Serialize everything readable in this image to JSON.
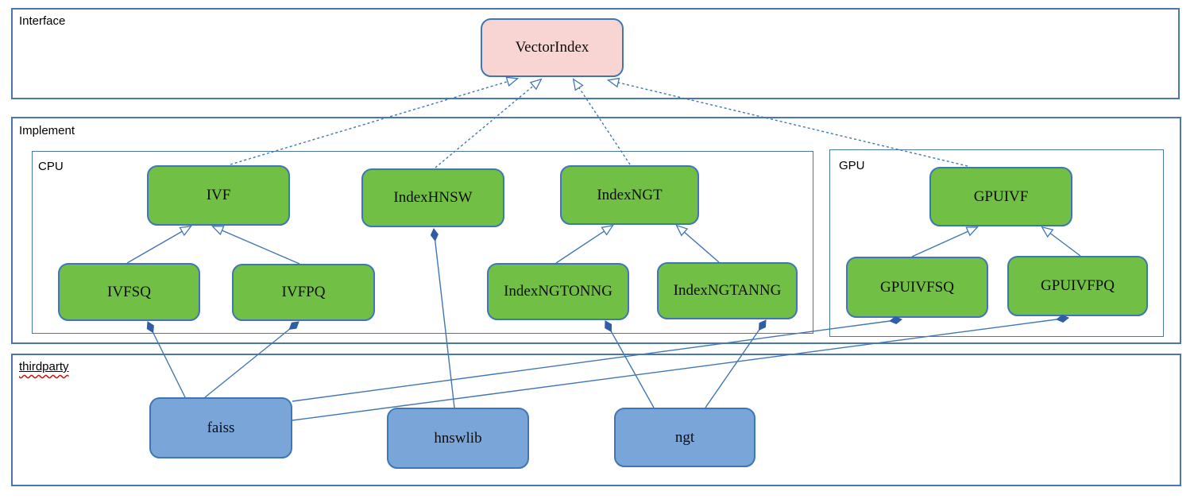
{
  "diagram": {
    "groups": {
      "interface": {
        "label": "Interface"
      },
      "implement": {
        "label": "Implement"
      },
      "cpu": {
        "label": "CPU"
      },
      "gpu": {
        "label": "GPU"
      },
      "thirdparty": {
        "label": "thirdparty"
      }
    },
    "nodes": {
      "vectorindex": {
        "label": "VectorIndex",
        "kind": "interface"
      },
      "ivf": {
        "label": "IVF",
        "kind": "class"
      },
      "indexhnsw": {
        "label": "IndexHNSW",
        "kind": "class"
      },
      "indexngt": {
        "label": "IndexNGT",
        "kind": "class"
      },
      "gpuivf": {
        "label": "GPUIVF",
        "kind": "class"
      },
      "ivfsq": {
        "label": "IVFSQ",
        "kind": "class"
      },
      "ivfpq": {
        "label": "IVFPQ",
        "kind": "class"
      },
      "indexngtonng": {
        "label": "IndexNGTONNG",
        "kind": "class"
      },
      "indexngtanng": {
        "label": "IndexNGTANNG",
        "kind": "class"
      },
      "gpuivfsq": {
        "label": "GPUIVFSQ",
        "kind": "class"
      },
      "gpuivfpq": {
        "label": "GPUIVFPQ",
        "kind": "class"
      },
      "faiss": {
        "label": "faiss",
        "kind": "thirdparty"
      },
      "hnswlib": {
        "label": "hnswlib",
        "kind": "thirdparty"
      },
      "ngt": {
        "label": "ngt",
        "kind": "thirdparty"
      }
    },
    "edges": [
      {
        "from": "IVF",
        "to": "VectorIndex",
        "type": "realization"
      },
      {
        "from": "IndexHNSW",
        "to": "VectorIndex",
        "type": "realization"
      },
      {
        "from": "IndexNGT",
        "to": "VectorIndex",
        "type": "realization"
      },
      {
        "from": "GPUIVF",
        "to": "VectorIndex",
        "type": "realization"
      },
      {
        "from": "IVFSQ",
        "to": "IVF",
        "type": "generalization"
      },
      {
        "from": "IVFPQ",
        "to": "IVF",
        "type": "generalization"
      },
      {
        "from": "IndexNGTONNG",
        "to": "IndexNGT",
        "type": "generalization"
      },
      {
        "from": "IndexNGTANNG",
        "to": "IndexNGT",
        "type": "generalization"
      },
      {
        "from": "GPUIVFSQ",
        "to": "GPUIVF",
        "type": "generalization"
      },
      {
        "from": "GPUIVFPQ",
        "to": "GPUIVF",
        "type": "generalization"
      },
      {
        "from": "IVFSQ",
        "to": "faiss",
        "type": "composition"
      },
      {
        "from": "IVFPQ",
        "to": "faiss",
        "type": "composition"
      },
      {
        "from": "IndexHNSW",
        "to": "hnswlib",
        "type": "composition"
      },
      {
        "from": "IndexNGTONNG",
        "to": "ngt",
        "type": "composition"
      },
      {
        "from": "IndexNGTANNG",
        "to": "ngt",
        "type": "composition"
      },
      {
        "from": "GPUIVFSQ",
        "to": "faiss",
        "type": "composition"
      },
      {
        "from": "GPUIVFPQ",
        "to": "faiss",
        "type": "composition"
      }
    ],
    "colors": {
      "interface_fill": "#f8d5d2",
      "class_fill": "#71bf44",
      "thirdparty_fill": "#7aa5d8",
      "line_stroke": "#4076b4",
      "container_stroke": "#4a78ad",
      "spellcheck_underline": "#cc1111"
    }
  }
}
